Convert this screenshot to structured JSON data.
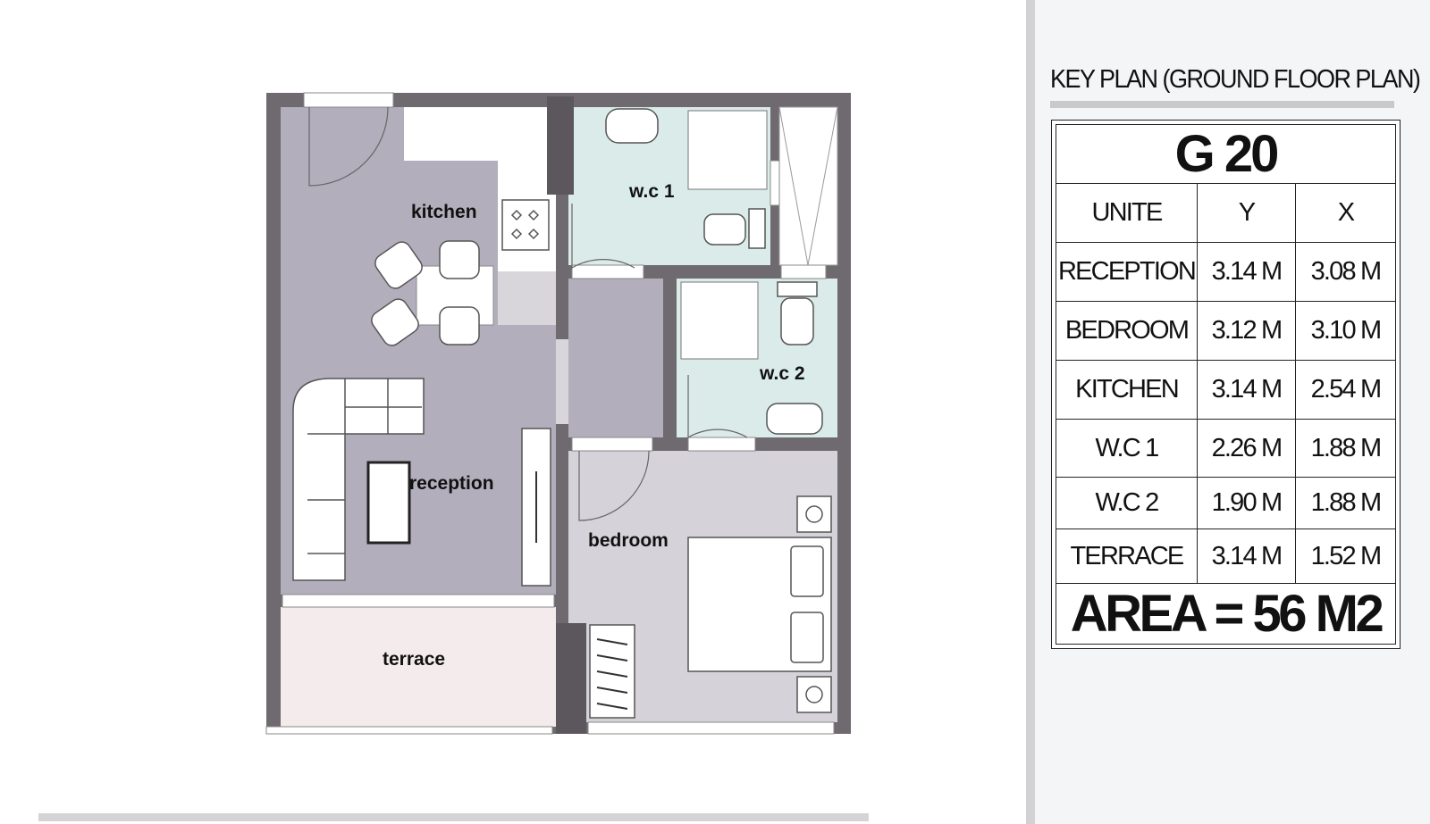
{
  "plan": {
    "rooms": {
      "kitchen": "kitchen",
      "reception": "reception",
      "wc1": "w.c 1",
      "wc2": "w.c 2",
      "bedroom": "bedroom",
      "terrace": "terrace"
    },
    "colors": {
      "reception_fill": "#b3aebb",
      "bedroom_fill": "#d6d2da",
      "wc_fill": "#daebe9",
      "terrace_fill": "#f4ecec",
      "wall": "#6e6a6f"
    }
  },
  "key_plan": {
    "title": "KEY PLAN  (GROUND FLOOR PLAN)",
    "unit": "G 20",
    "header": {
      "name": "UNITE",
      "y": "Y",
      "x": "X"
    },
    "rows": [
      {
        "name": "RECEPTION",
        "y": "3.14 M",
        "x": "3.08 M"
      },
      {
        "name": "BEDROOM",
        "y": "3.12 M",
        "x": "3.10 M"
      },
      {
        "name": "KITCHEN",
        "y": "3.14 M",
        "x": "2.54 M"
      },
      {
        "name": "W.C 1",
        "y": "2.26 M",
        "x": "1.88 M"
      },
      {
        "name": "W.C 2",
        "y": "1.90 M",
        "x": "1.88 M"
      },
      {
        "name": "TERRACE",
        "y": "3.14 M",
        "x": "1.52 M"
      }
    ],
    "area": "AREA = 56 M2"
  }
}
